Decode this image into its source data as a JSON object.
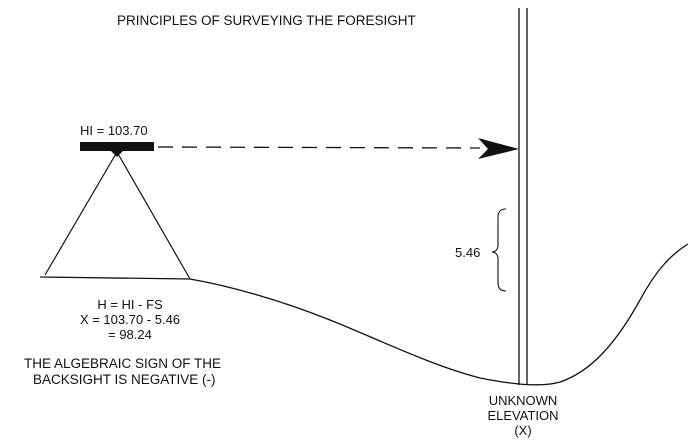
{
  "title": "PRINCIPLES OF SURVEYING THE FORESIGHT",
  "instrument_label": "HI = 103.70",
  "rod_reading": "5.46",
  "formula": {
    "line1": "H = HI - FS",
    "line2": "X = 103.70 - 5.46",
    "line3": "= 98.24"
  },
  "note": {
    "line1": "THE ALGEBRAIC SIGN OF THE",
    "line2": "BACKSIGHT IS NEGATIVE (-)"
  },
  "unknown": {
    "line1": "UNKNOWN",
    "line2": "ELEVATION",
    "line3": "(X)"
  },
  "colors": {
    "ink": "#111111",
    "background": "#ffffff"
  }
}
